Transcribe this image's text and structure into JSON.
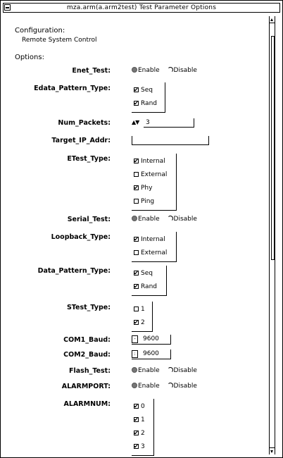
{
  "window": {
    "title": "mza.arm(a.arm2test) Test Parameter Options"
  },
  "configuration": {
    "heading": "Configuration:",
    "value": "Remote System Control"
  },
  "options": {
    "heading": "Options:",
    "enet_test": {
      "label": "Enet_Test:",
      "enable": "Enable",
      "disable": "Disable",
      "selected": "Enable"
    },
    "edata_pattern_type": {
      "label": "Edata_Pattern_Type:",
      "items": [
        {
          "label": "Seq",
          "checked": true
        },
        {
          "label": "Rand",
          "checked": true
        }
      ]
    },
    "num_packets": {
      "label": "Num_Packets:",
      "value": "3"
    },
    "target_ip_addr": {
      "label": "Target_IP_Addr:",
      "value": ""
    },
    "etest_type": {
      "label": "ETest_Type:",
      "items": [
        {
          "label": "Internal",
          "checked": true
        },
        {
          "label": "External",
          "checked": false
        },
        {
          "label": "Phy",
          "checked": true
        },
        {
          "label": "Ping",
          "checked": false
        }
      ]
    },
    "serial_test": {
      "label": "Serial_Test:",
      "enable": "Enable",
      "disable": "Disable",
      "selected": "Enable"
    },
    "loopback_type": {
      "label": "Loopback_Type:",
      "items": [
        {
          "label": "Internal",
          "checked": true
        },
        {
          "label": "External",
          "checked": false
        }
      ]
    },
    "data_pattern_type": {
      "label": "Data_Pattern_Type:",
      "items": [
        {
          "label": "Seq",
          "checked": true
        },
        {
          "label": "Rand",
          "checked": true
        }
      ]
    },
    "stest_type": {
      "label": "STest_Type:",
      "items": [
        {
          "label": "1",
          "checked": false
        },
        {
          "label": "2",
          "checked": true
        }
      ]
    },
    "com1_baud": {
      "label": "COM1_Baud:",
      "value": "9600"
    },
    "com2_baud": {
      "label": "COM2_Baud:",
      "value": "9600"
    },
    "flash_test": {
      "label": "Flash_Test:",
      "enable": "Enable",
      "disable": "Disable",
      "selected": "Enable"
    },
    "alarmport": {
      "label": "ALARMPORT:",
      "enable": "Enable",
      "disable": "Disable",
      "selected": "Enable"
    },
    "alarmnum": {
      "label": "ALARMNUM:",
      "items": [
        {
          "label": "0",
          "checked": true
        },
        {
          "label": "1",
          "checked": true
        },
        {
          "label": "2",
          "checked": true
        },
        {
          "label": "3",
          "checked": true
        }
      ]
    }
  }
}
